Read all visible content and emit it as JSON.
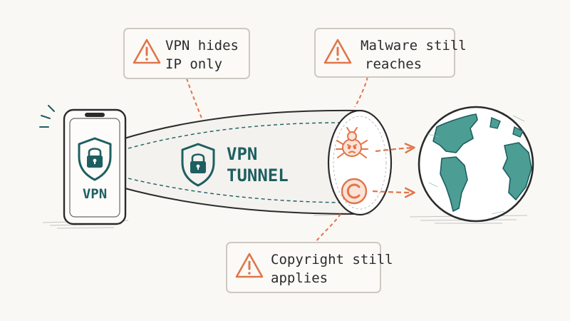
{
  "phone": {
    "label": "VPN",
    "icon": "shield-lock-icon"
  },
  "tunnel": {
    "label_line1": "VPN",
    "label_line2": "TUNNEL",
    "icon": "shield-lock-icon"
  },
  "threats": [
    {
      "name": "malware",
      "icon": "bug-icon"
    },
    {
      "name": "copyright",
      "icon": "copyright-icon"
    }
  ],
  "destination": {
    "icon": "globe-icon"
  },
  "callouts": {
    "ip": {
      "line1": "VPN hides",
      "line2": "IP only",
      "icon": "warning-icon"
    },
    "malware": {
      "line1": "Malware still",
      "line2": "reaches",
      "icon": "warning-icon"
    },
    "copyright": {
      "line1": "Copyright still",
      "line2": "applies",
      "icon": "warning-icon"
    }
  },
  "colors": {
    "teal": "#1d5f61",
    "teal_fill": "#4c9e94",
    "orange": "#e0764a",
    "ink": "#2b2b2b",
    "callout_border": "#cdc9c2",
    "background": "#faf8f5"
  }
}
